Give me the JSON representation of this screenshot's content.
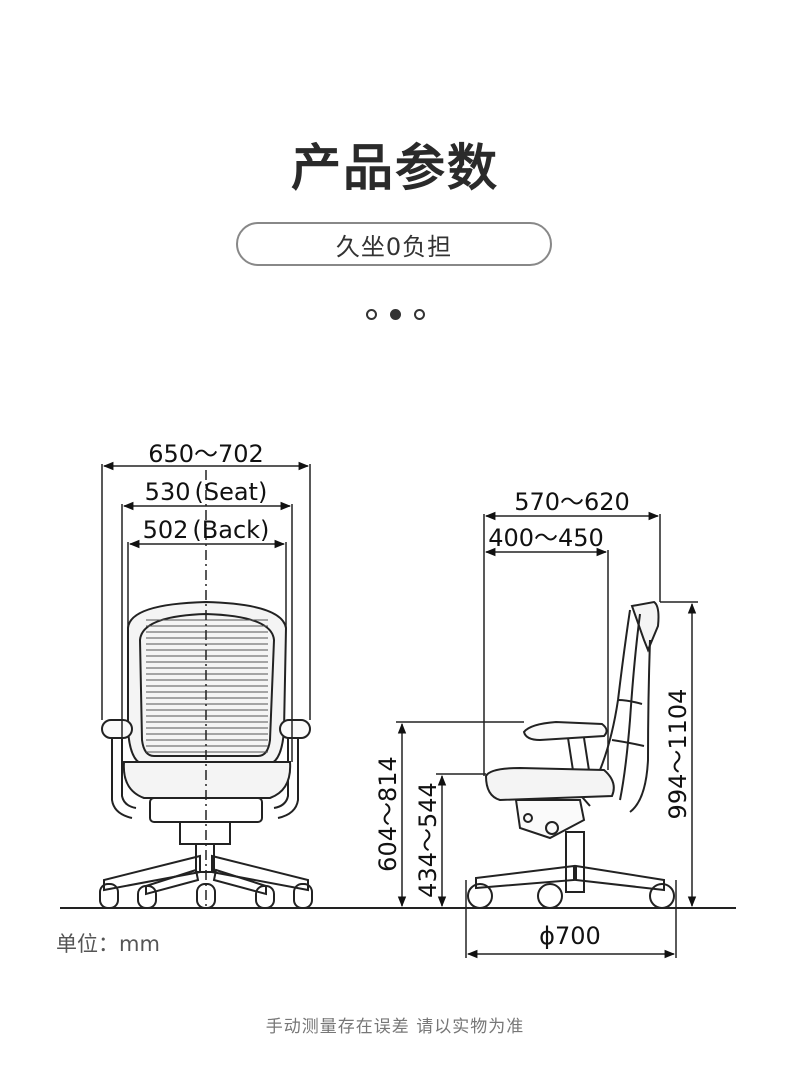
{
  "title": "产品参数",
  "subtitle": "久坐0负担",
  "pager": {
    "count": 3,
    "active": 1
  },
  "dimensions": {
    "front": {
      "overall_width": "650～702",
      "seat_width": "530",
      "seat_label": "(Seat)",
      "back_width": "502",
      "back_label": "(Back)"
    },
    "side": {
      "depth_overall": "570～620",
      "depth_seat": "400～450",
      "height_overall": "994～1104",
      "height_armrest": "604～814",
      "height_seat": "434～544",
      "base_diameter": "ϕ700"
    }
  },
  "unit_label": "单位：mm",
  "footnote": "手动测量存在误差 请以实物为准"
}
